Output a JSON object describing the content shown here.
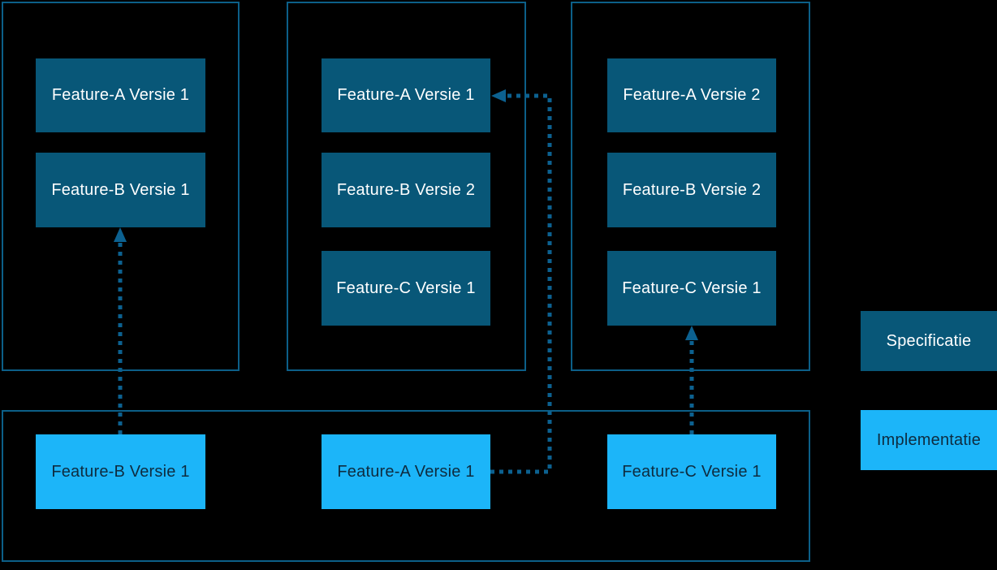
{
  "diagram_type": "specification-implementation-versions",
  "columns": [
    {
      "boxes": [
        "Feature-A Versie 1",
        "Feature-B Versie 1"
      ]
    },
    {
      "boxes": [
        "Feature-A Versie 1",
        "Feature-B Versie 2",
        "Feature-C Versie 1"
      ]
    },
    {
      "boxes": [
        "Feature-A Versie 2",
        "Feature-B Versie 2",
        "Feature-C Versie 1"
      ]
    }
  ],
  "implementation": {
    "boxes": [
      "Feature-B Versie 1",
      "Feature-A Versie 1",
      "Feature-C Versie 1"
    ]
  },
  "legend": {
    "items": [
      {
        "label": "Specificatie",
        "type": "specification"
      },
      {
        "label": "Implementatie",
        "type": "implementation"
      }
    ]
  },
  "connections": [
    {
      "from": "implementation Feature-B Versie 1",
      "to": "column-1 Feature-B Versie 1",
      "style": "dotted-arrow"
    },
    {
      "from": "implementation Feature-A Versie 1",
      "to": "column-2 Feature-A Versie 1",
      "style": "dotted-arrow"
    },
    {
      "from": "implementation Feature-C Versie 1",
      "to": "column-3 Feature-C Versie 1",
      "style": "dotted-arrow"
    }
  ],
  "colors": {
    "background": "#000000",
    "panel_border": "#0c5f88",
    "specification_fill": "#085778",
    "specification_text": "#ffffff",
    "implementation_fill": "#1cb5f9",
    "implementation_text": "#0e2c40",
    "connector": "#0c6190"
  }
}
